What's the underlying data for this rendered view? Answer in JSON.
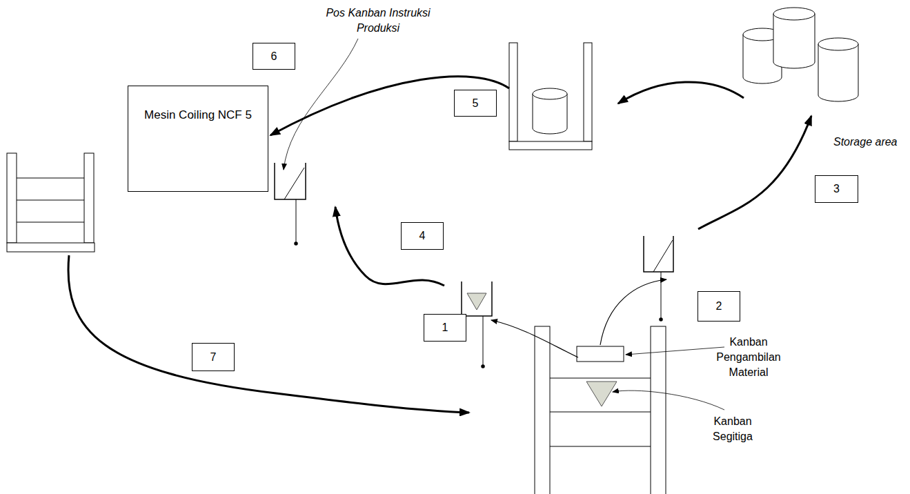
{
  "diagram": {
    "nodes": [
      {
        "text": [
          "6"
        ]
      },
      {
        "text": [
          "Mesin Coiling NCF 5"
        ]
      },
      {
        "text": [
          "5"
        ]
      },
      {
        "text": [
          "3"
        ]
      },
      {
        "text": [
          "4"
        ]
      },
      {
        "text": [
          "2"
        ]
      },
      {
        "text": [
          "1"
        ]
      },
      {
        "text": [
          "7"
        ]
      }
    ],
    "labels": [
      "Pos Kanban Instruksi Produksi",
      "Storage area",
      "Kanban Pengambilan Material",
      "Kanban Segitiga"
    ]
  }
}
